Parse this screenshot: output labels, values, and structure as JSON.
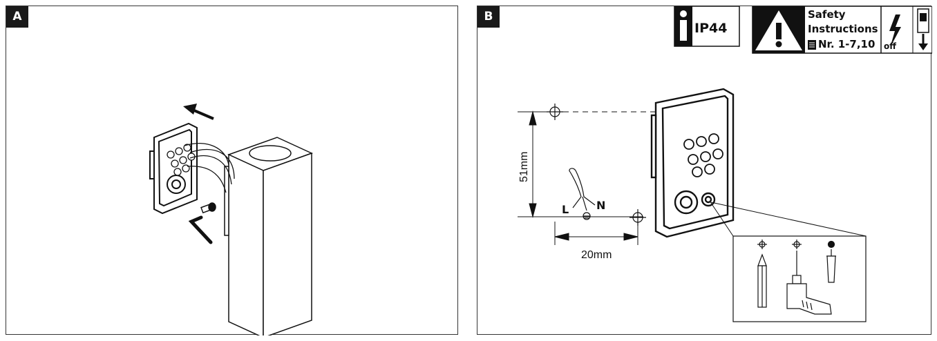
{
  "panels": {
    "a": {
      "label": "A"
    },
    "b": {
      "label": "B"
    }
  },
  "info": {
    "rating": "IP44"
  },
  "safety": {
    "title_line1": "Safety",
    "title_line2": "Instructions",
    "ref": "Nr. 1-7,10",
    "off_label": "off"
  },
  "dimensions": {
    "vertical": "51mm",
    "horizontal": "20mm"
  },
  "wires": {
    "live": "L",
    "neutral": "N"
  },
  "icons": [
    "info-icon",
    "warning-icon",
    "book-icon",
    "lightning-icon",
    "breaker-switch-icon",
    "crosshair-icon",
    "pencil-icon",
    "drill-icon",
    "wall-plug-icon",
    "allen-key-icon"
  ]
}
